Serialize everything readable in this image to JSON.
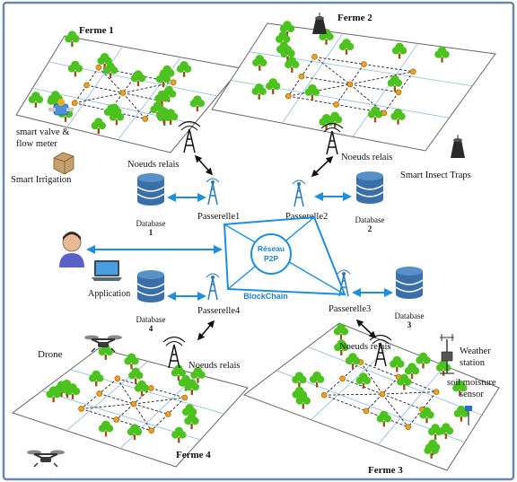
{
  "colors": {
    "tree": "#4cc21e",
    "trunk": "#8a5a1e",
    "network_line": "#1e8fd8",
    "p2p_text": "#1f7fd0",
    "database": "#3a6fa8",
    "frame": "#6a88a8"
  },
  "farms": [
    {
      "label": "Ferme 1"
    },
    {
      "label": "Ferme 2"
    },
    {
      "label": "Ferme 3"
    },
    {
      "label": "Ferme 4"
    }
  ],
  "relays": [
    {
      "label": "Noeuds relais"
    },
    {
      "label": "Noeuds relais"
    },
    {
      "label": "Noeuds relais"
    },
    {
      "label": "Noeuds relais"
    }
  ],
  "gateways": [
    {
      "label": "Passerelle1"
    },
    {
      "label": "Passerelle2"
    },
    {
      "label": "Passerelle3"
    },
    {
      "label": "Passerelle4"
    }
  ],
  "databases": [
    {
      "label": "Database",
      "number": "1"
    },
    {
      "label": "Database",
      "number": "2"
    },
    {
      "label": "Database",
      "number": "3"
    },
    {
      "label": "Database",
      "number": "4"
    }
  ],
  "center": {
    "network_line1": "Réseau",
    "network_line2": "P2P",
    "blockchain": "BlockChain"
  },
  "devices": {
    "smart_valve_line1": "smart valve &",
    "smart_valve_line2": "flow meter",
    "smart_irrigation": "Smart Irrigation",
    "insect_traps": "Smart Insect Traps",
    "application": "Application",
    "drone": "Drone",
    "weather_line1": "Weather",
    "weather_line2": "station",
    "soil_line1": "soil moisture",
    "soil_line2": "sensor"
  },
  "icons": [
    "tree-icon",
    "relay-tower-icon",
    "gateway-antenna-icon",
    "database-icon",
    "user-icon",
    "laptop-icon",
    "drone-icon",
    "valve-icon",
    "irrigation-box-icon",
    "insect-trap-icon",
    "weather-station-icon",
    "soil-sensor-icon"
  ]
}
